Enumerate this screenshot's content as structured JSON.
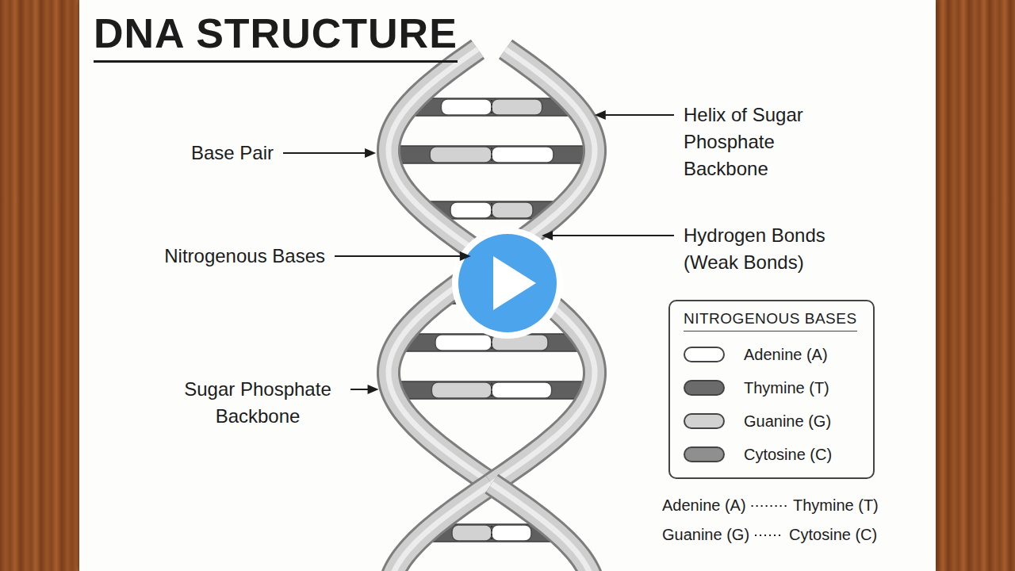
{
  "diagram": {
    "title": "DNA STRUCTURE",
    "labels": [
      "Base Pair",
      "Helix of Sugar Phosphate Backbone",
      "Nitrogenous Bases",
      "Hydrogen Bonds (Weak Bonds)",
      "Sugar Phosphate Backbone",
      "NITROGENOUS BASES",
      "Adenine (A)",
      "Thymine (T)",
      "Guanine (G)",
      "Cytosine (C)"
    ],
    "legend": [
      {
        "text": "Adenine (A)",
        "color": "#ffffff"
      },
      {
        "text": "Thymine (T)",
        "color": "#6b6b6b"
      },
      {
        "text": "Guanine (G)",
        "color": "#d2d2d2"
      },
      {
        "text": "Cytosine (C)",
        "color": "#8f8f8f"
      }
    ]
  }
}
